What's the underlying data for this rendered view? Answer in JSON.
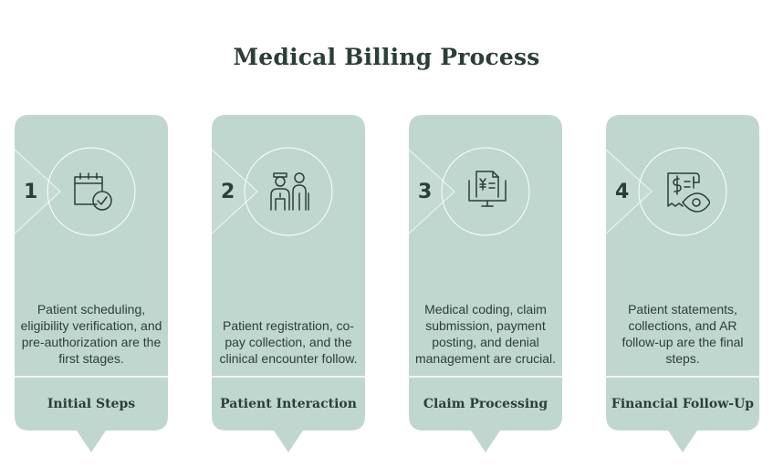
{
  "title": "Medical Billing Process",
  "colors": {
    "card_fill": "#bfd7cf",
    "outline": "#ffffff",
    "text": "#2c3e36"
  },
  "steps": [
    {
      "number": "1",
      "icon": "calendar-check-icon",
      "description": "Patient scheduling, eligibility verification, and pre-authorization are the first stages.",
      "label": "Initial Steps"
    },
    {
      "number": "2",
      "icon": "doctor-patient-icon",
      "description": "Patient registration, co-pay collection, and the clinical encounter follow.",
      "label": "Patient Interaction"
    },
    {
      "number": "3",
      "icon": "invoice-monitor-icon",
      "description": "Medical coding, claim submission, payment posting, and denial management are crucial.",
      "label": "Claim Processing"
    },
    {
      "number": "4",
      "icon": "receipt-eye-icon",
      "description": "Patient statements, collections, and AR follow-up are the final steps.",
      "label": "Financial Follow-Up"
    }
  ]
}
